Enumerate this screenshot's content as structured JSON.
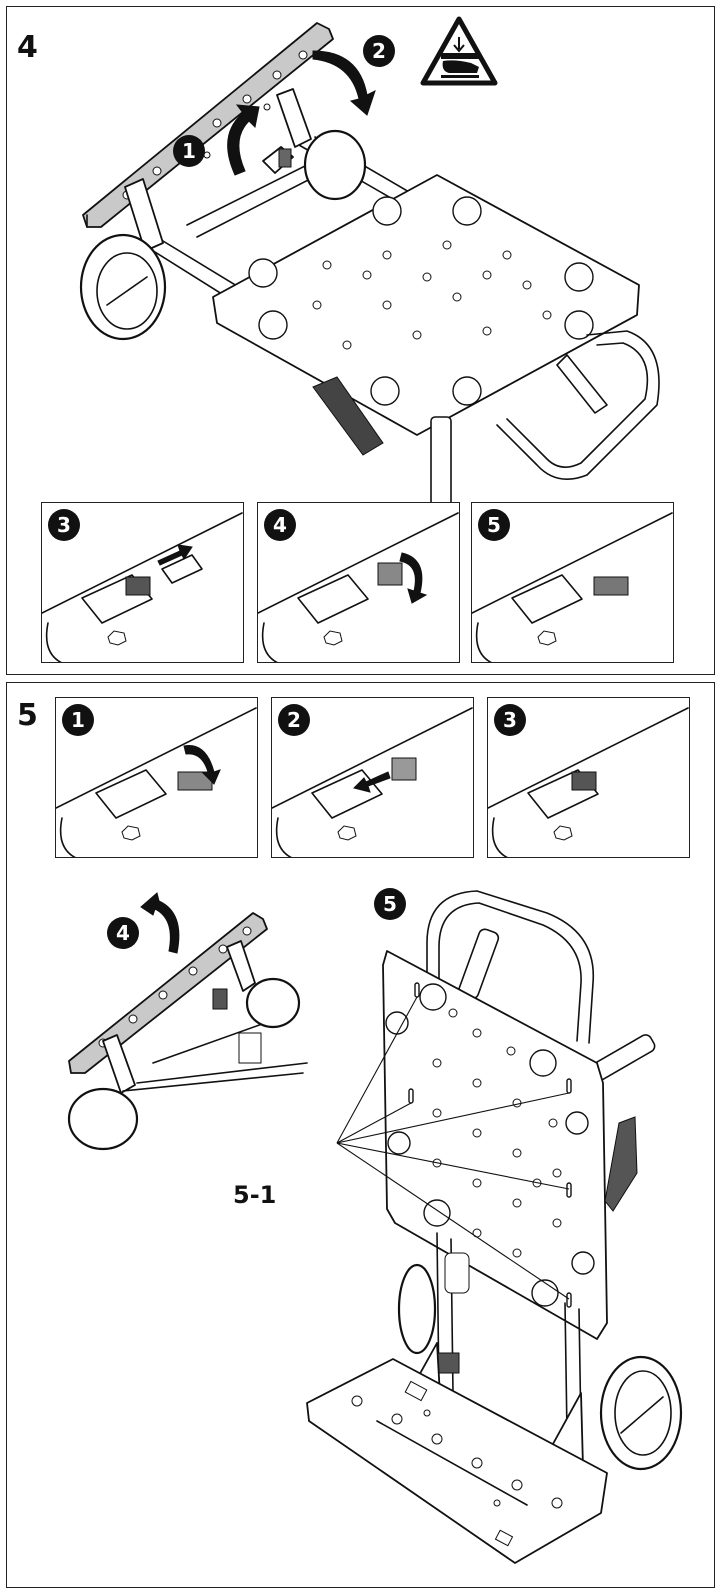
{
  "step4": {
    "number": "4",
    "badges": [
      "1",
      "2"
    ],
    "insets": [
      {
        "badge": "3"
      },
      {
        "badge": "4"
      },
      {
        "badge": "5"
      }
    ],
    "warning_icon": "hand-crush-warning-icon"
  },
  "step5": {
    "number": "5",
    "insets": [
      {
        "badge": "1"
      },
      {
        "badge": "2"
      },
      {
        "badge": "3"
      }
    ],
    "badges": [
      "4",
      "5"
    ],
    "callout_label": "5-1"
  },
  "colors": {
    "line": "#111111",
    "gray_plate": "#c9c9c9",
    "background": "#ffffff"
  }
}
